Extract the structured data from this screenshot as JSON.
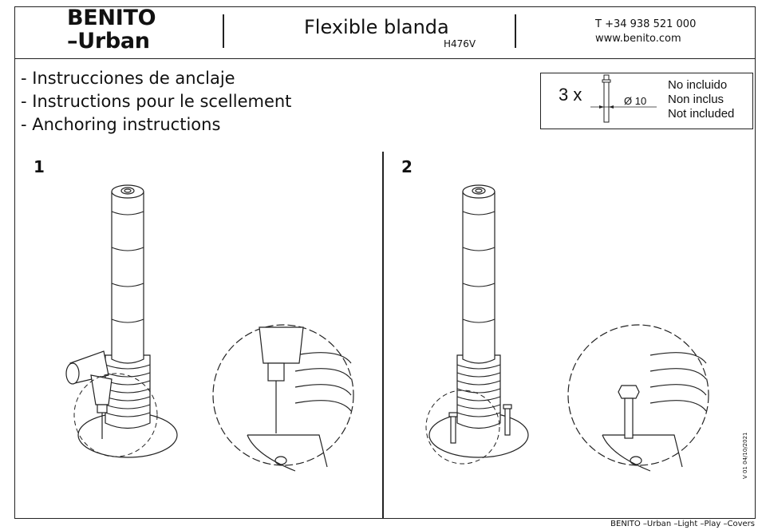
{
  "header": {
    "brand_line1": "BENITO",
    "brand_line2": "–Urban",
    "product_name": "Flexible blanda",
    "product_code": "H476V",
    "phone": "T +34 938 521 000",
    "website": "www.benito.com"
  },
  "instructions": [
    "- Instrucciones de anclaje",
    "- Instructions pour le scellement",
    "- Anchoring instructions"
  ],
  "parts_box": {
    "quantity": "3 x",
    "diameter": "Ø 10",
    "not_included": [
      "No incluido",
      "Non inclus",
      "Not included"
    ]
  },
  "steps": [
    {
      "number": "1"
    },
    {
      "number": "2"
    }
  ],
  "footer": {
    "brands": "BENITO –Urban –Light –Play –Covers",
    "version": "V 01 04/10/2021"
  }
}
